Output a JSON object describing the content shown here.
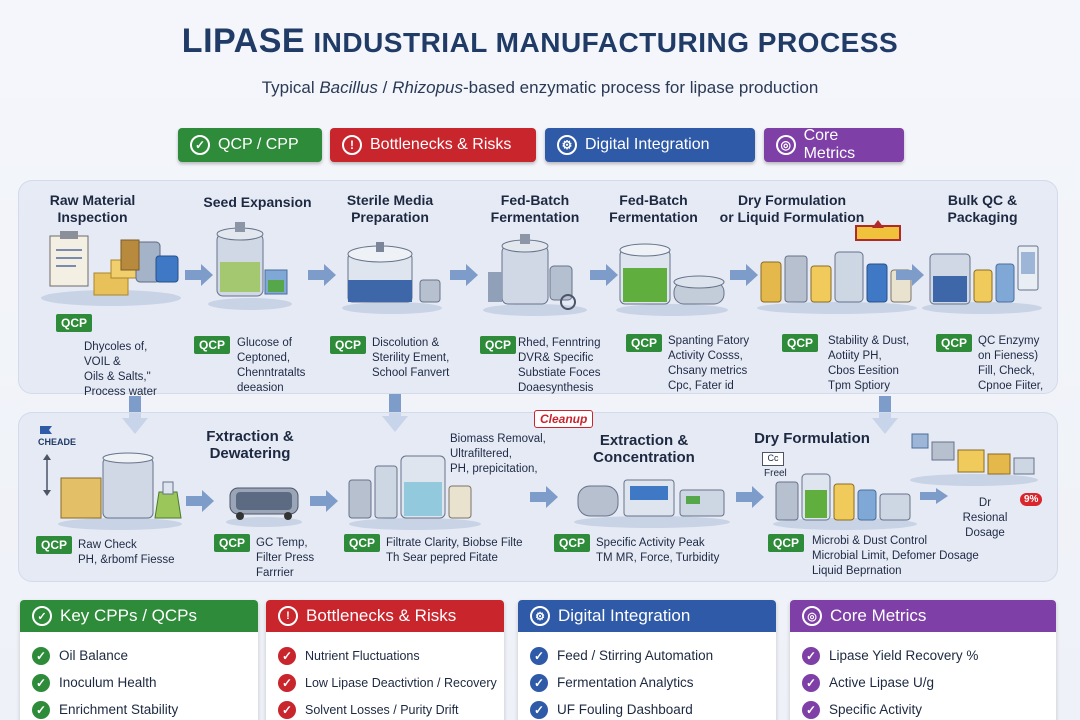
{
  "header": {
    "title_big": "LIPASE",
    "title_rest": "INDUSTRIAL MANUFACTURING PROCESS",
    "subtitle_pre": "Typical ",
    "subtitle_org1": "Bacillus",
    "subtitle_sep": " / ",
    "subtitle_org2": "Rhizopus",
    "subtitle_post": "-based enzymatic process for lipase production"
  },
  "legend": {
    "qcp": {
      "label": "QCP / CPP",
      "icon": "check-circle-icon",
      "color": "#2e8b3a"
    },
    "risk": {
      "label": "Bottlenecks & Risks",
      "icon": "alert-drop-icon",
      "color": "#c8252d"
    },
    "digital": {
      "label": "Digital Integration",
      "icon": "gears-icon",
      "color": "#2f5aa8"
    },
    "metrics": {
      "label": "Core Metrics",
      "icon": "target-icon",
      "color": "#7e3fa6"
    }
  },
  "qcp_label": "QCP",
  "row1": [
    {
      "title": "Raw Material\nInspection",
      "qcp": "",
      "text": "Dhycoles of,\nVOIL &\nOils & Salts,\"\nProcess water"
    },
    {
      "title": "Seed Expansion",
      "qcp": "QCP",
      "text": "Glucose of\nCeptoned,\nChenntratalts\ndeeasion"
    },
    {
      "title": "Sterile Media\nPreparation",
      "qcp": "QCP",
      "text": "Discolution &\nSterility Ement,\nSchool Fanvert"
    },
    {
      "title": "Fed-Batch\nFermentation",
      "qcp": "QCP",
      "text": "Rhed, Fenntring\nDVR& Specific\nSubstiate Foces\nDoaesynthesis"
    },
    {
      "title": "Fed-Batch\nFermentation",
      "qcp": "QCP",
      "text": "Spanting Fatory\nActivity Cosss,\nChsany metrics\nCpc, Fater id"
    },
    {
      "title": "Dry Formulation\nor Liquid Formulation",
      "qcp": "QCP",
      "text": "Stability & Dust,\nAotiity PH,\nCbos Eesition\nTpm Sptiory"
    },
    {
      "title": "Bulk QC &\nPackaging",
      "qcp": "QCP",
      "text": "QC Enzymy\non Fieness)\nFill, Check,\nCpnoe Fiiter,"
    }
  ],
  "row1_first_qcp": "QCP",
  "row2": [
    {
      "title": "",
      "qcp": "QCP",
      "text": "Raw Check\nPH, &rbomf Fiesse"
    },
    {
      "title": "Fxtraction &\nDewatering",
      "qcp": "QCP",
      "text": "GC Temp,\nFilter Press\nFarrrier"
    },
    {
      "title": "",
      "qcp": "QCP",
      "text": "Filtrate Clarity, Biobse Filte\nTh  Sear pepred Fitate"
    },
    {
      "title": "Extraction &\nConcentration",
      "qcp": "QCP",
      "text": "Specific Activity Peak\nTM MR, Force, Turbidity"
    },
    {
      "title": "Dry Formulation",
      "qcp": "QCP",
      "text": "Microbi & Dust Control\nMicrobial Limit, Defomer Dosage\nLiquid Beprnation"
    }
  ],
  "row2_extra": {
    "cheade": "CHEADE",
    "cleanup": "Cleanup",
    "biomass": "Biomass Removal,\nUltrafiltered,\nPH, prepicitation,",
    "freel_box": "Cc",
    "freel": "Freel",
    "dr_residual": "Dr Resional\nDosage",
    "warn": "9%"
  },
  "panels": [
    {
      "key": "qcp",
      "title": "Key CPPs / QCPs",
      "icon": "check-circle-icon",
      "color": "#2e8b3a",
      "items": [
        "Oil Balance",
        "Inoculum Health",
        "Enrichment Stability"
      ]
    },
    {
      "key": "risk",
      "title": "Bottlenecks & Risks",
      "icon": "alert-drop-icon",
      "color": "#c8252d",
      "items": [
        "Nutrient Fluctuations",
        "Low Lipase Deactivtion / Recovery",
        "Solvent Losses / Purity Drift"
      ]
    },
    {
      "key": "digital",
      "title": "Digital Integration",
      "icon": "gears-icon",
      "color": "#2f5aa8",
      "items": [
        "Feed / Stirring Automation",
        "Fermentation Analytics",
        "UF Fouling Dashboard"
      ]
    },
    {
      "key": "metrics",
      "title": "Core Metrics",
      "icon": "target-icon",
      "color": "#7e3fa6",
      "items": [
        "Lipase Yield Recovery %",
        "Active Lipase U/g",
        "Specific Activity"
      ]
    }
  ]
}
